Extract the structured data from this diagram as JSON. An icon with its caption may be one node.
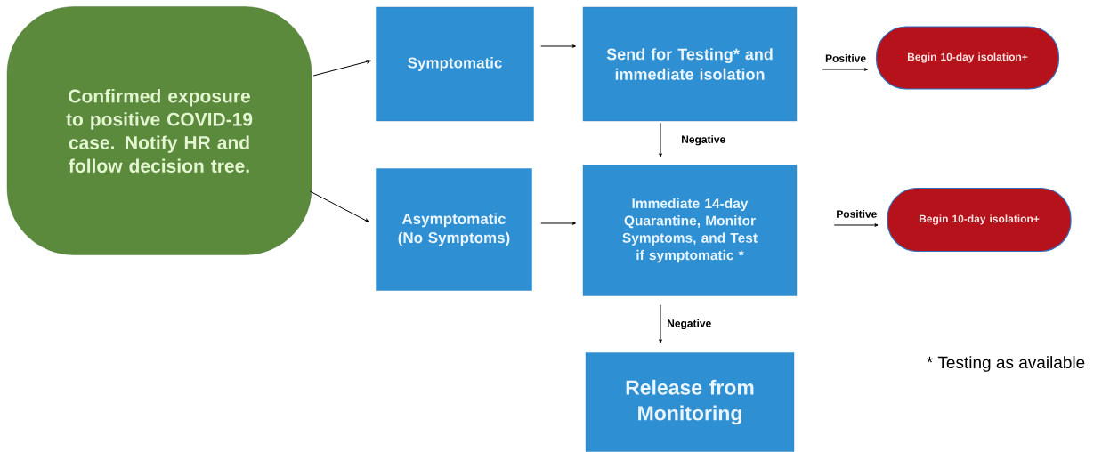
{
  "diagram": {
    "nodes": [
      {
        "text": [
          "Confirmed exposure to positive COVID-19 case. Notify HR and follow decision tree."
        ]
      },
      {
        "text": [
          "Symptomatic"
        ]
      },
      {
        "text": [
          "Send for Testing* and immediate isolation"
        ]
      },
      {
        "text": [
          "Begin 10-day isolation+"
        ]
      },
      {
        "text": [
          "Asymptomatic (No Symptoms)"
        ]
      },
      {
        "text": [
          "Immediate 14-day Quarantine, Monitor Symptoms, and Test if symptomatic *"
        ]
      },
      {
        "text": [
          "Begin 10-day isolation+"
        ]
      },
      {
        "text": [
          "Release from Monitoring"
        ]
      }
    ],
    "edges": [
      {
        "from": 0,
        "to": 1,
        "arrow": "to"
      },
      {
        "from": 0,
        "to": 4,
        "arrow": "to"
      },
      {
        "from": 1,
        "to": 2,
        "arrow": "to"
      },
      {
        "from": 2,
        "to": 3,
        "arrow": "to",
        "label": "Positive"
      },
      {
        "from": 2,
        "to": 5,
        "arrow": "to",
        "label": "Negative"
      },
      {
        "from": 4,
        "to": 5,
        "arrow": "to"
      },
      {
        "from": 5,
        "to": 6,
        "arrow": "to",
        "label": "Positive"
      },
      {
        "from": 5,
        "to": 7,
        "arrow": "to",
        "label": "Negative"
      }
    ],
    "labels": [
      "* Testing as available"
    ]
  }
}
